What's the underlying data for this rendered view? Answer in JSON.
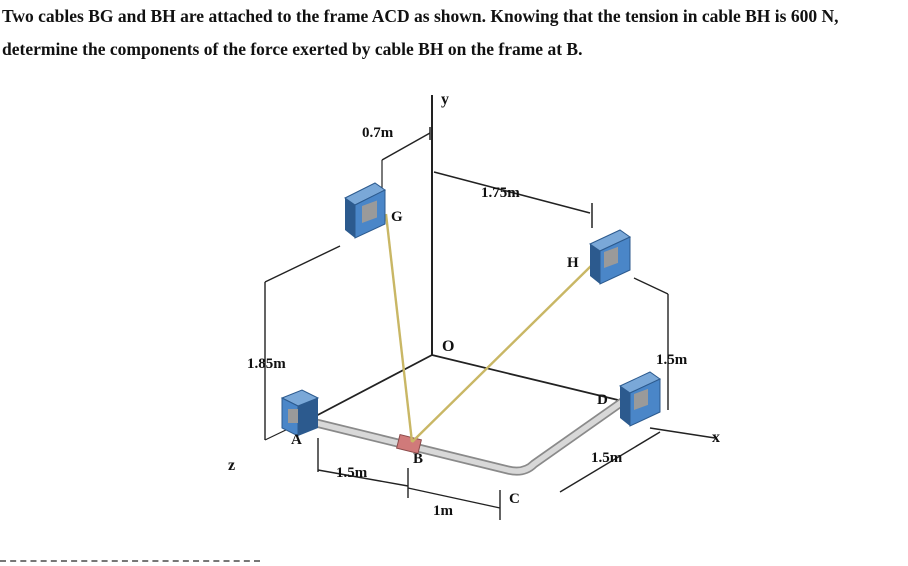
{
  "problem": {
    "text": "Two cables BG and BH are attached to the frame ACD as shown. Knowing that the tension in cable BH is 600 N, determine the components of the force exerted by cable BH on the frame at B."
  },
  "figure": {
    "axes": {
      "x": "x",
      "y": "y",
      "z": "z"
    },
    "points": {
      "origin": "O",
      "A": "A",
      "B": "B",
      "C": "C",
      "D": "D",
      "G": "G",
      "H": "H"
    },
    "dims": {
      "d07": "0.7m",
      "d175": "1.75m",
      "d185": "1.85m",
      "d15_right": "1.5m",
      "d15_bottom_right": "1.5m",
      "d15_bottom_left": "1.5m",
      "d1": "1m"
    },
    "colors": {
      "frame_fill": "#d8d8d8",
      "frame_stroke": "#8a8a8a",
      "bracket_blue": "#4a86c8",
      "bracket_dark": "#2c5a8e",
      "cable": "#c9b765",
      "collar": "#d07a7a"
    }
  }
}
